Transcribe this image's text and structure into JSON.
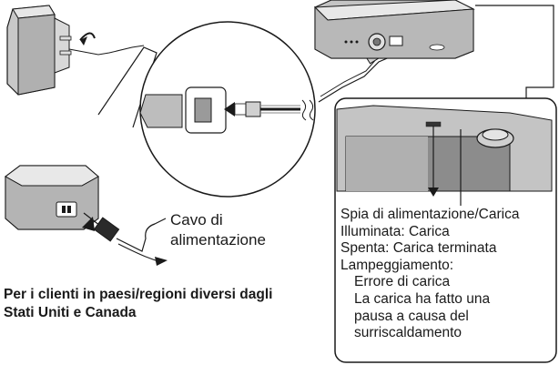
{
  "power_cord_label": [
    "Cavo di",
    "alimentazione"
  ],
  "region_note": [
    "Per i clienti in paesi/regioni diversi dagli",
    "Stati Uniti e Canada"
  ],
  "indicator_legend": {
    "title": "Spia di alimentazione/Carica",
    "lit": "Illuminata: Carica",
    "off": "Spenta: Carica terminata",
    "flashing": "Lampeggiamento:",
    "flashing_details": [
      "Errore di carica",
      "La carica ha fatto una",
      "pausa a causa del",
      "surriscaldamento"
    ]
  }
}
